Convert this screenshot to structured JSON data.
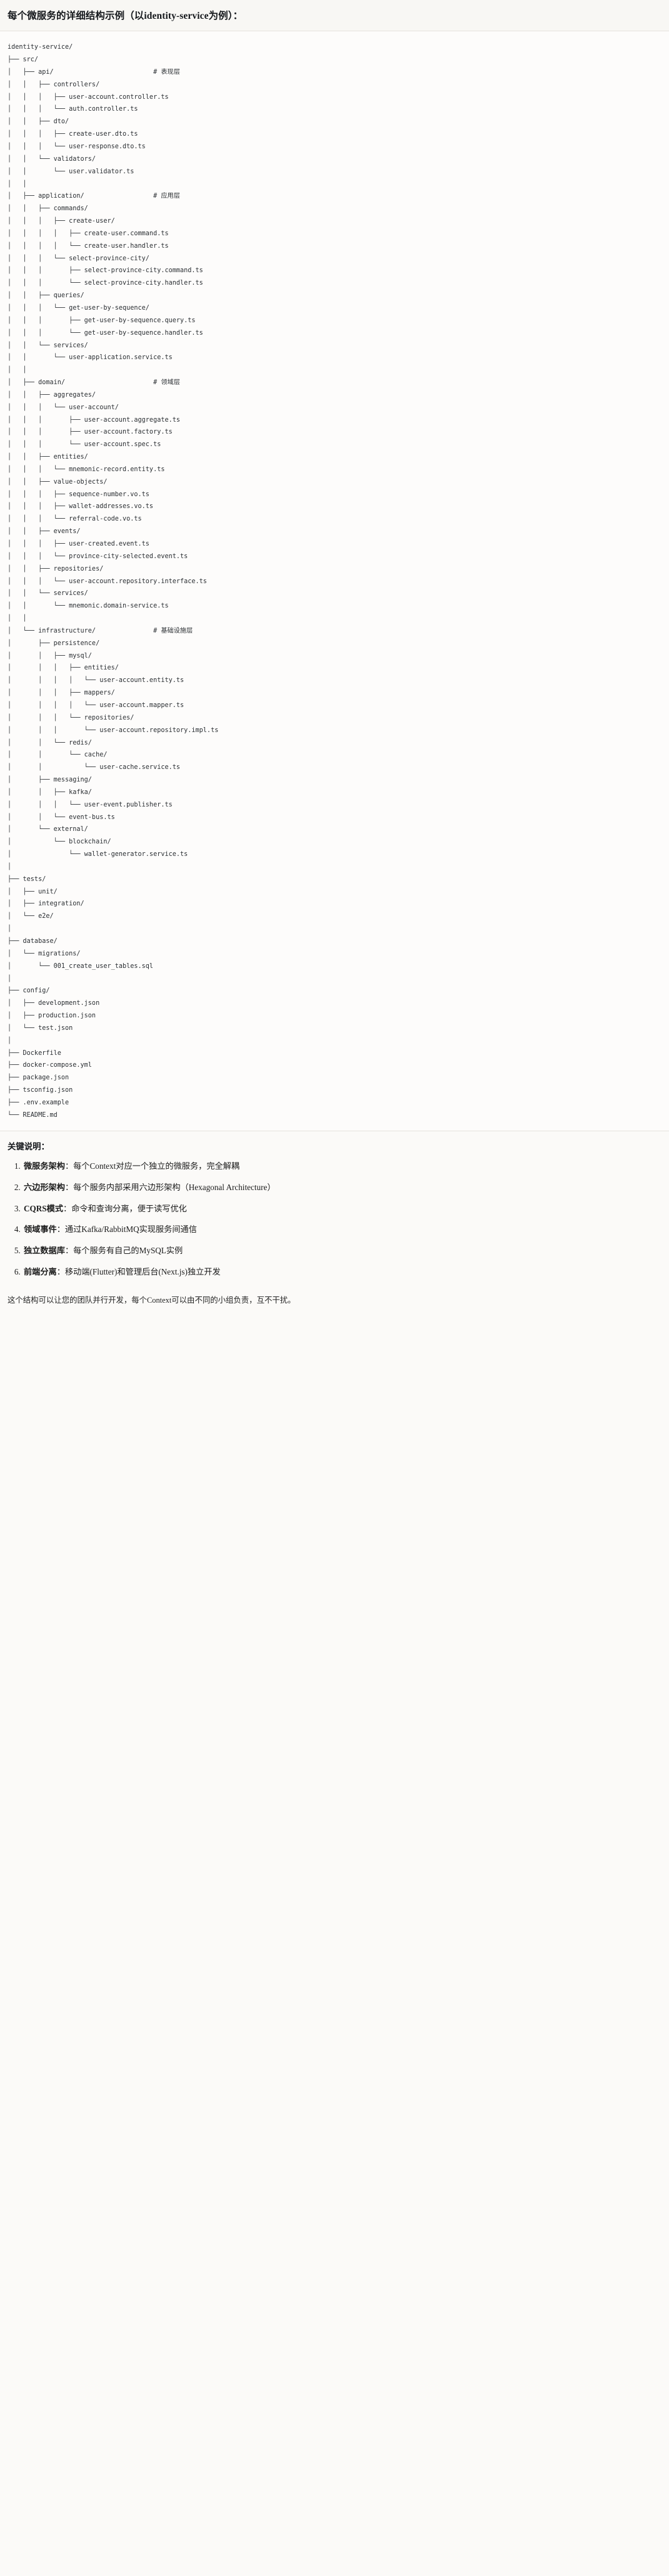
{
  "title": "每个微服务的详细结构示例（以identity-service为例）：",
  "tree": {
    "root": "identity-service/",
    "text": "identity-service/\n├── src/\n│   ├── api/                          # 表现层\n│   │   ├── controllers/\n│   │   │   ├── user-account.controller.ts\n│   │   │   └── auth.controller.ts\n│   │   ├── dto/\n│   │   │   ├── create-user.dto.ts\n│   │   │   └── user-response.dto.ts\n│   │   └── validators/\n│   │       └── user.validator.ts\n│   │\n│   ├── application/                  # 应用层\n│   │   ├── commands/\n│   │   │   ├── create-user/\n│   │   │   │   ├── create-user.command.ts\n│   │   │   │   └── create-user.handler.ts\n│   │   │   └── select-province-city/\n│   │   │       ├── select-province-city.command.ts\n│   │   │       └── select-province-city.handler.ts\n│   │   ├── queries/\n│   │   │   └── get-user-by-sequence/\n│   │   │       ├── get-user-by-sequence.query.ts\n│   │   │       └── get-user-by-sequence.handler.ts\n│   │   └── services/\n│   │       └── user-application.service.ts\n│   │\n│   ├── domain/                       # 领域层\n│   │   ├── aggregates/\n│   │   │   └── user-account/\n│   │   │       ├── user-account.aggregate.ts\n│   │   │       ├── user-account.factory.ts\n│   │   │       └── user-account.spec.ts\n│   │   ├── entities/\n│   │   │   └── mnemonic-record.entity.ts\n│   │   ├── value-objects/\n│   │   │   ├── sequence-number.vo.ts\n│   │   │   ├── wallet-addresses.vo.ts\n│   │   │   └── referral-code.vo.ts\n│   │   ├── events/\n│   │   │   ├── user-created.event.ts\n│   │   │   └── province-city-selected.event.ts\n│   │   ├── repositories/\n│   │   │   └── user-account.repository.interface.ts\n│   │   └── services/\n│   │       └── mnemonic.domain-service.ts\n│   │\n│   └── infrastructure/               # 基础设施层\n│       ├── persistence/\n│       │   ├── mysql/\n│       │   │   ├── entities/\n│       │   │   │   └── user-account.entity.ts\n│       │   │   ├── mappers/\n│       │   │   │   └── user-account.mapper.ts\n│       │   │   └── repositories/\n│       │   │       └── user-account.repository.impl.ts\n│       │   └── redis/\n│       │       └── cache/\n│       │           └── user-cache.service.ts\n│       ├── messaging/\n│       │   ├── kafka/\n│       │   │   └── user-event.publisher.ts\n│       │   └── event-bus.ts\n│       └── external/\n│           └── blockchain/\n│               └── wallet-generator.service.ts\n│\n├── tests/\n│   ├── unit/\n│   ├── integration/\n│   └── e2e/\n│\n├── database/\n│   └── migrations/\n│       └── 001_create_user_tables.sql\n│\n├── config/\n│   ├── development.json\n│   ├── production.json\n│   └── test.json\n│\n├── Dockerfile\n├── docker-compose.yml\n├── package.json\n├── tsconfig.json\n├── .env.example\n└── README.md",
    "layer_comments": [
      {
        "path": "src/api/",
        "comment": "# 表现层"
      },
      {
        "path": "src/application/",
        "comment": "# 应用层"
      },
      {
        "path": "src/domain/",
        "comment": "# 领域层"
      },
      {
        "path": "src/infrastructure/",
        "comment": "# 基础设施层"
      }
    ]
  },
  "notes": {
    "heading": "关键说明：",
    "items": [
      {
        "term": "微服务架构",
        "desc": "：每个Context对应一个独立的微服务，完全解耦"
      },
      {
        "term": "六边形架构",
        "desc": "：每个服务内部采用六边形架构（Hexagonal Architecture）"
      },
      {
        "term": "CQRS模式",
        "desc": "：命令和查询分离，便于读写优化"
      },
      {
        "term": "领域事件",
        "desc": "：通过Kafka/RabbitMQ实现服务间通信"
      },
      {
        "term": "独立数据库",
        "desc": "：每个服务有自己的MySQL实例"
      },
      {
        "term": "前端分离",
        "desc": "：移动端(Flutter)和管理后台(Next.js)独立开发"
      }
    ]
  },
  "closing": "这个结构可以让您的团队并行开发，每个Context可以由不同的小组负责，互不干扰。",
  "colors": {
    "page_background": "#fbfaf8",
    "title_background": "#f8f7f4",
    "code_background": "#fdfcfb",
    "divider": "#e6e3dd",
    "code_text": "#2b2f33",
    "body_text": "#1b1b1b"
  }
}
